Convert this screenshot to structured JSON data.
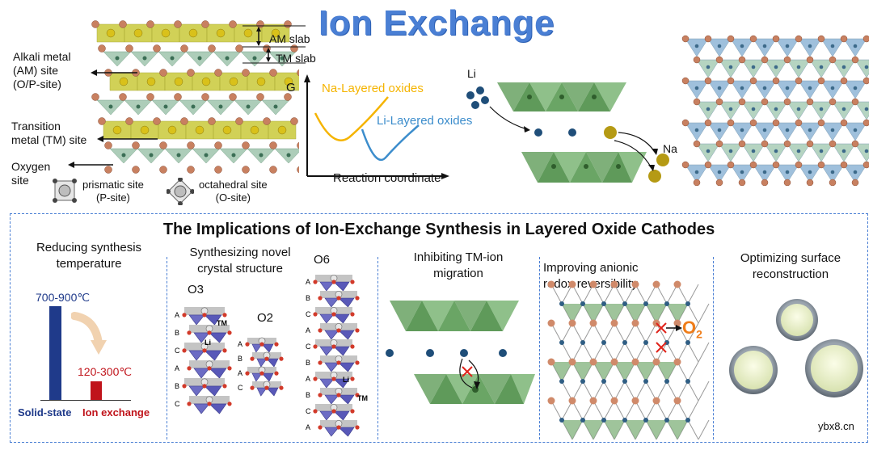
{
  "title": "Ion Exchange",
  "top": {
    "structure_labels": {
      "am_slab": "AM slab",
      "tm_slab": "TM slab",
      "alkali_site": [
        "Alkali metal",
        "(AM) site",
        "(O/P-site)"
      ],
      "tm_site": [
        "Transition",
        "metal (TM) site"
      ],
      "oxygen_site": [
        "Oxygen",
        "site"
      ],
      "prismatic": [
        "prismatic site",
        "(P-site)"
      ],
      "octahedral": [
        "octahedral site",
        "(O-site)"
      ]
    },
    "energy_plot": {
      "ylabel": "G",
      "xlabel": "Reaction coordinate",
      "na_label": "Na-Layered oxides",
      "li_label": "Li-Layered oxides",
      "na_color": "#f5b400",
      "li_color": "#3c8dcc"
    },
    "exchange": {
      "li_label": "Li",
      "na_label": "Na"
    }
  },
  "panel": {
    "title": "The Implications of Ion-Exchange Synthesis in Layered Oxide Cathodes",
    "sections": {
      "temperature": {
        "title": [
          "Reducing synthesis",
          "temperature"
        ],
        "high_label": "700-900℃",
        "low_label": "120-300℃",
        "solid_label": "Solid-state",
        "ion_label": "Ion exchange"
      },
      "crystal": {
        "title": [
          "Synthesizing novel",
          "crystal structure"
        ],
        "o3": "O3",
        "o2": "O2",
        "o6": "O6",
        "tm": "TM",
        "li": "Li"
      },
      "migration": {
        "title": [
          "Inhibiting TM-ion",
          "migration"
        ]
      },
      "redox": {
        "title": [
          "Improving anionic",
          "redox reversibility"
        ],
        "o2_label": "O",
        "o2_sub": "2"
      },
      "surface": {
        "title": [
          "Optimizing surface",
          "reconstruction"
        ]
      }
    }
  },
  "watermark": "ybx8.cn"
}
